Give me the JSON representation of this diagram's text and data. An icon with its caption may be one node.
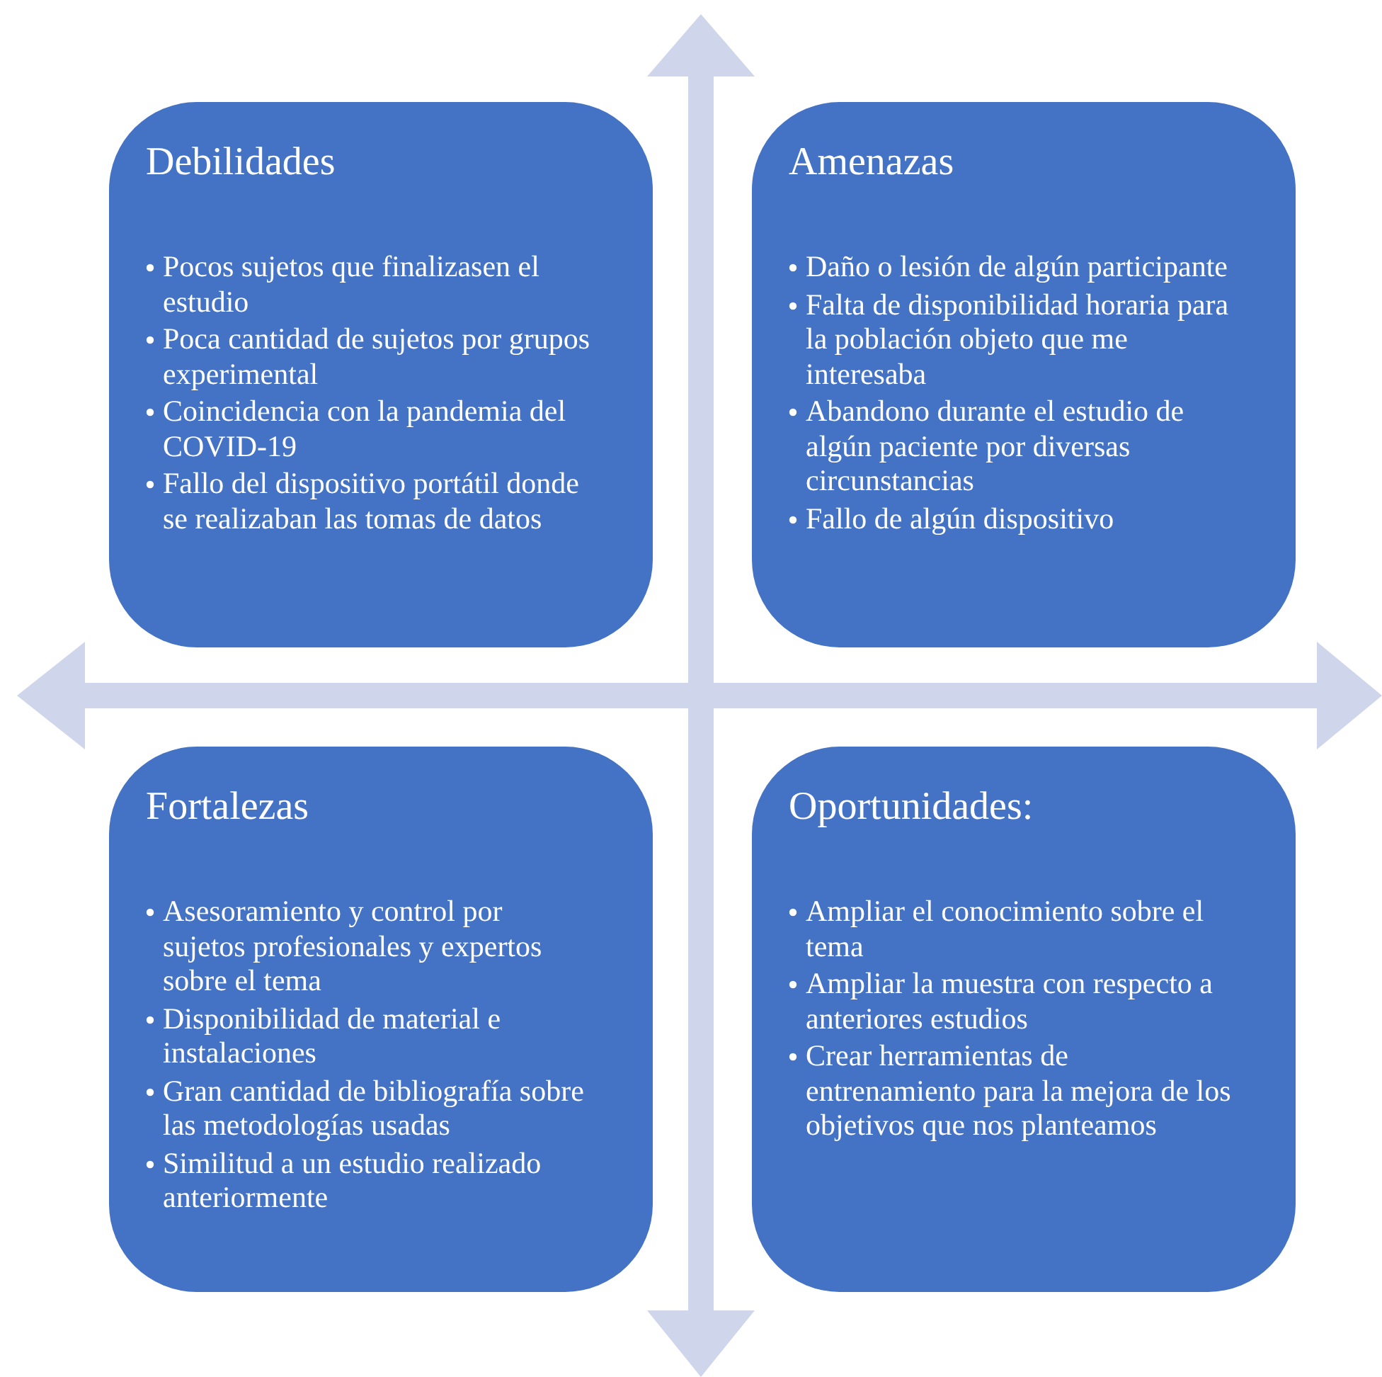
{
  "diagram": {
    "nodes": [
      {
        "text": [
          "Debilidades",
          "Pocos sujetos que finalizasen el estudio",
          "Poca cantidad de sujetos por grupos experimental",
          "Coincidencia con la pandemia del COVID-19",
          "Fallo del dispositivo portátil donde se realizaban las tomas de datos"
        ]
      },
      {
        "text": [
          "Amenazas",
          "Daño o lesión de algún participante",
          "Falta de disponibilidad horaria para la población objeto que me interesaba",
          "Abandono durante el estudio de algún paciente por diversas circunstancias",
          "Fallo de algún dispositivo"
        ]
      },
      {
        "text": [
          "Fortalezas",
          "Asesoramiento y control por sujetos profesionales y expertos sobre el tema",
          "Disponibilidad de material e instalaciones",
          "Gran cantidad de bibliografía sobre las metodologías usadas",
          "Similitud a un estudio realizado anteriormente"
        ]
      },
      {
        "text": [
          "Oportunidades:",
          "Ampliar el conocimiento sobre el tema",
          "Ampliar la muestra con respecto a anteriores estudios",
          "Crear herramientas de entrenamiento para la mejora de los objetivos que nos planteamos"
        ]
      }
    ],
    "edges": []
  }
}
